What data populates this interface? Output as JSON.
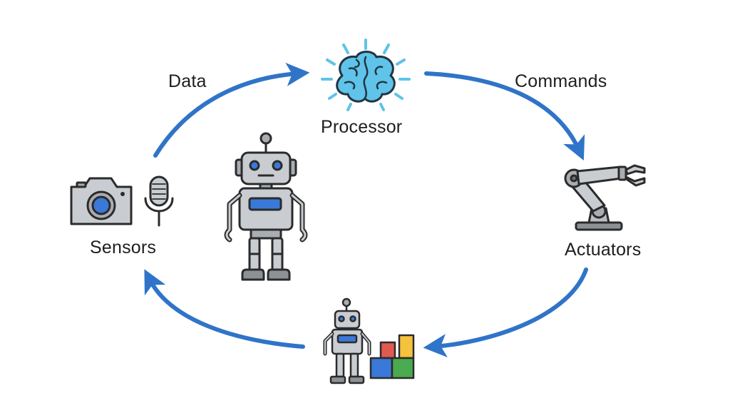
{
  "diagram": {
    "nodes": {
      "processor": {
        "label": "Processor",
        "icon": "brain-icon"
      },
      "actuators": {
        "label": "Actuators",
        "icon": "robotic-arm-icon"
      },
      "sensors": {
        "label": "Sensors",
        "icons": [
          "camera-icon",
          "microphone-icon"
        ]
      },
      "environment": {
        "icons": [
          "robot-icon",
          "blocks-icon"
        ]
      }
    },
    "center_icon": "robot-icon",
    "edges": [
      {
        "from": "sensors",
        "to": "processor",
        "label": "Data"
      },
      {
        "from": "processor",
        "to": "actuators",
        "label": "Commands"
      },
      {
        "from": "actuators",
        "to": "environment",
        "label": ""
      },
      {
        "from": "environment",
        "to": "sensors",
        "label": ""
      }
    ]
  },
  "colors": {
    "arrow": "#2f74c8",
    "brain": "#5fc3ea",
    "outline": "#2b2b2b",
    "metal": "#c9cdd2",
    "block_red": "#e05a50",
    "block_yellow": "#f4c23c",
    "block_blue": "#3b79d8",
    "block_green": "#4aaa4f"
  }
}
